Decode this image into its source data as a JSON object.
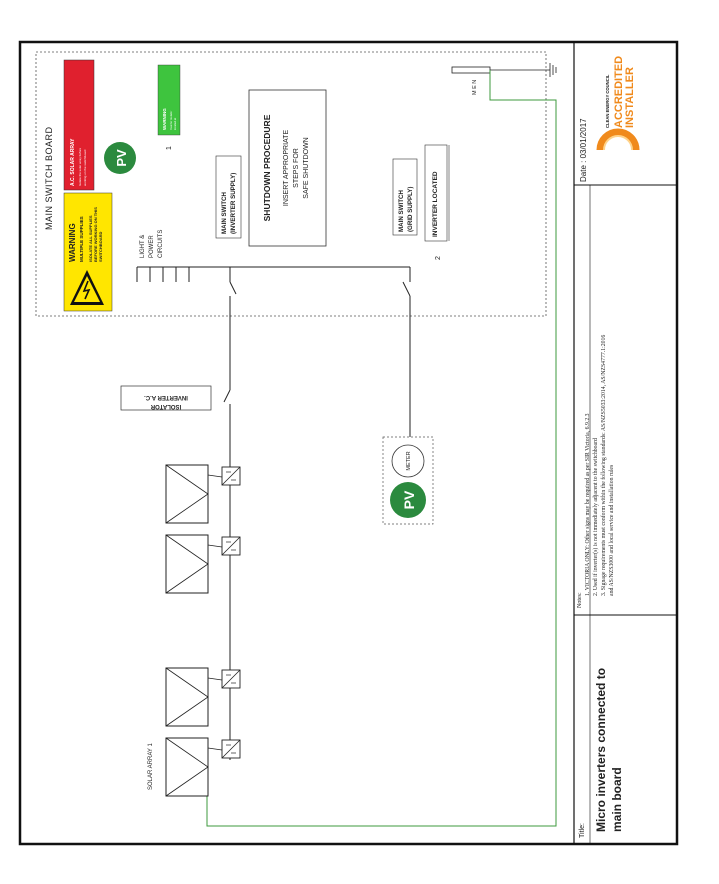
{
  "board": {
    "title": "MAIN SWITCH BOARD",
    "light_power": [
      "LIGHT &",
      "POWER",
      "CIRCUITS"
    ],
    "main_switch_inverter": [
      "MAIN SWITCH",
      "(INVERTER SUPPLY)"
    ],
    "main_switch_grid": [
      "MAIN SWITCH",
      "(GRID SUPPLY)"
    ],
    "inverter_located": "INVERTER LOCATED",
    "num1": "1",
    "num2": "2",
    "men": "M E N"
  },
  "shutdown": {
    "title": "SHUTDOWN PROCEDURE",
    "lines": [
      "INSERT APPROPRIATE",
      "STEPS FOR",
      "SAFE SHUTDOWN"
    ]
  },
  "warning_sign": {
    "title": "WARNING",
    "sub": "MULTIPLE SUPPLIES",
    "lines": [
      "ISOLATE ALL SUPPLIES",
      "BEFORE WORKING ON THIS",
      "SWITCHBOARD"
    ]
  },
  "red_sign": {
    "title": "A.C. SOLAR ARRAY",
    "lines": [
      "Isolate the solar array before",
      "working on the switchboard"
    ]
  },
  "green_sign": {
    "title": "WARNING",
    "lines": [
      "Inverter isolator",
      "located at"
    ]
  },
  "pv_label": "PV",
  "meter_label": "METER",
  "isolator": [
    "INVERTER A.C.",
    "ISOLATOR"
  ],
  "array_label": "SOLAR ARRAY 1",
  "title_block": {
    "title_label": "Title:",
    "title": [
      "Micro inverters connected to",
      "main board"
    ],
    "notes_label": "Notes:",
    "notes": [
      "1.   VICTORIA ONLY: Other signs may be required as per SIR Victoria, 6.9.2.3",
      "2.   Used if inverter(s) is not immediately adjacent to the switchboard",
      "3.   Signage requirements must conform within the following standards: AS/NZS5033:2014, AS/NZS4777.1:2016",
      "      and AS/NZS3000 and local service and installation rules"
    ],
    "date": "Date : 03/01/2017",
    "logo_small": "CLEAN ENERGY COUNCIL",
    "logo_big": [
      "ACCREDITED",
      "INSTALLER"
    ]
  },
  "colors": {
    "green": "#2b8a3e",
    "warning_yellow": "#ffe600",
    "warning_red": "#e0202e",
    "logo_orange": "#f08a1c",
    "wire_green": "#3c9a3c"
  }
}
